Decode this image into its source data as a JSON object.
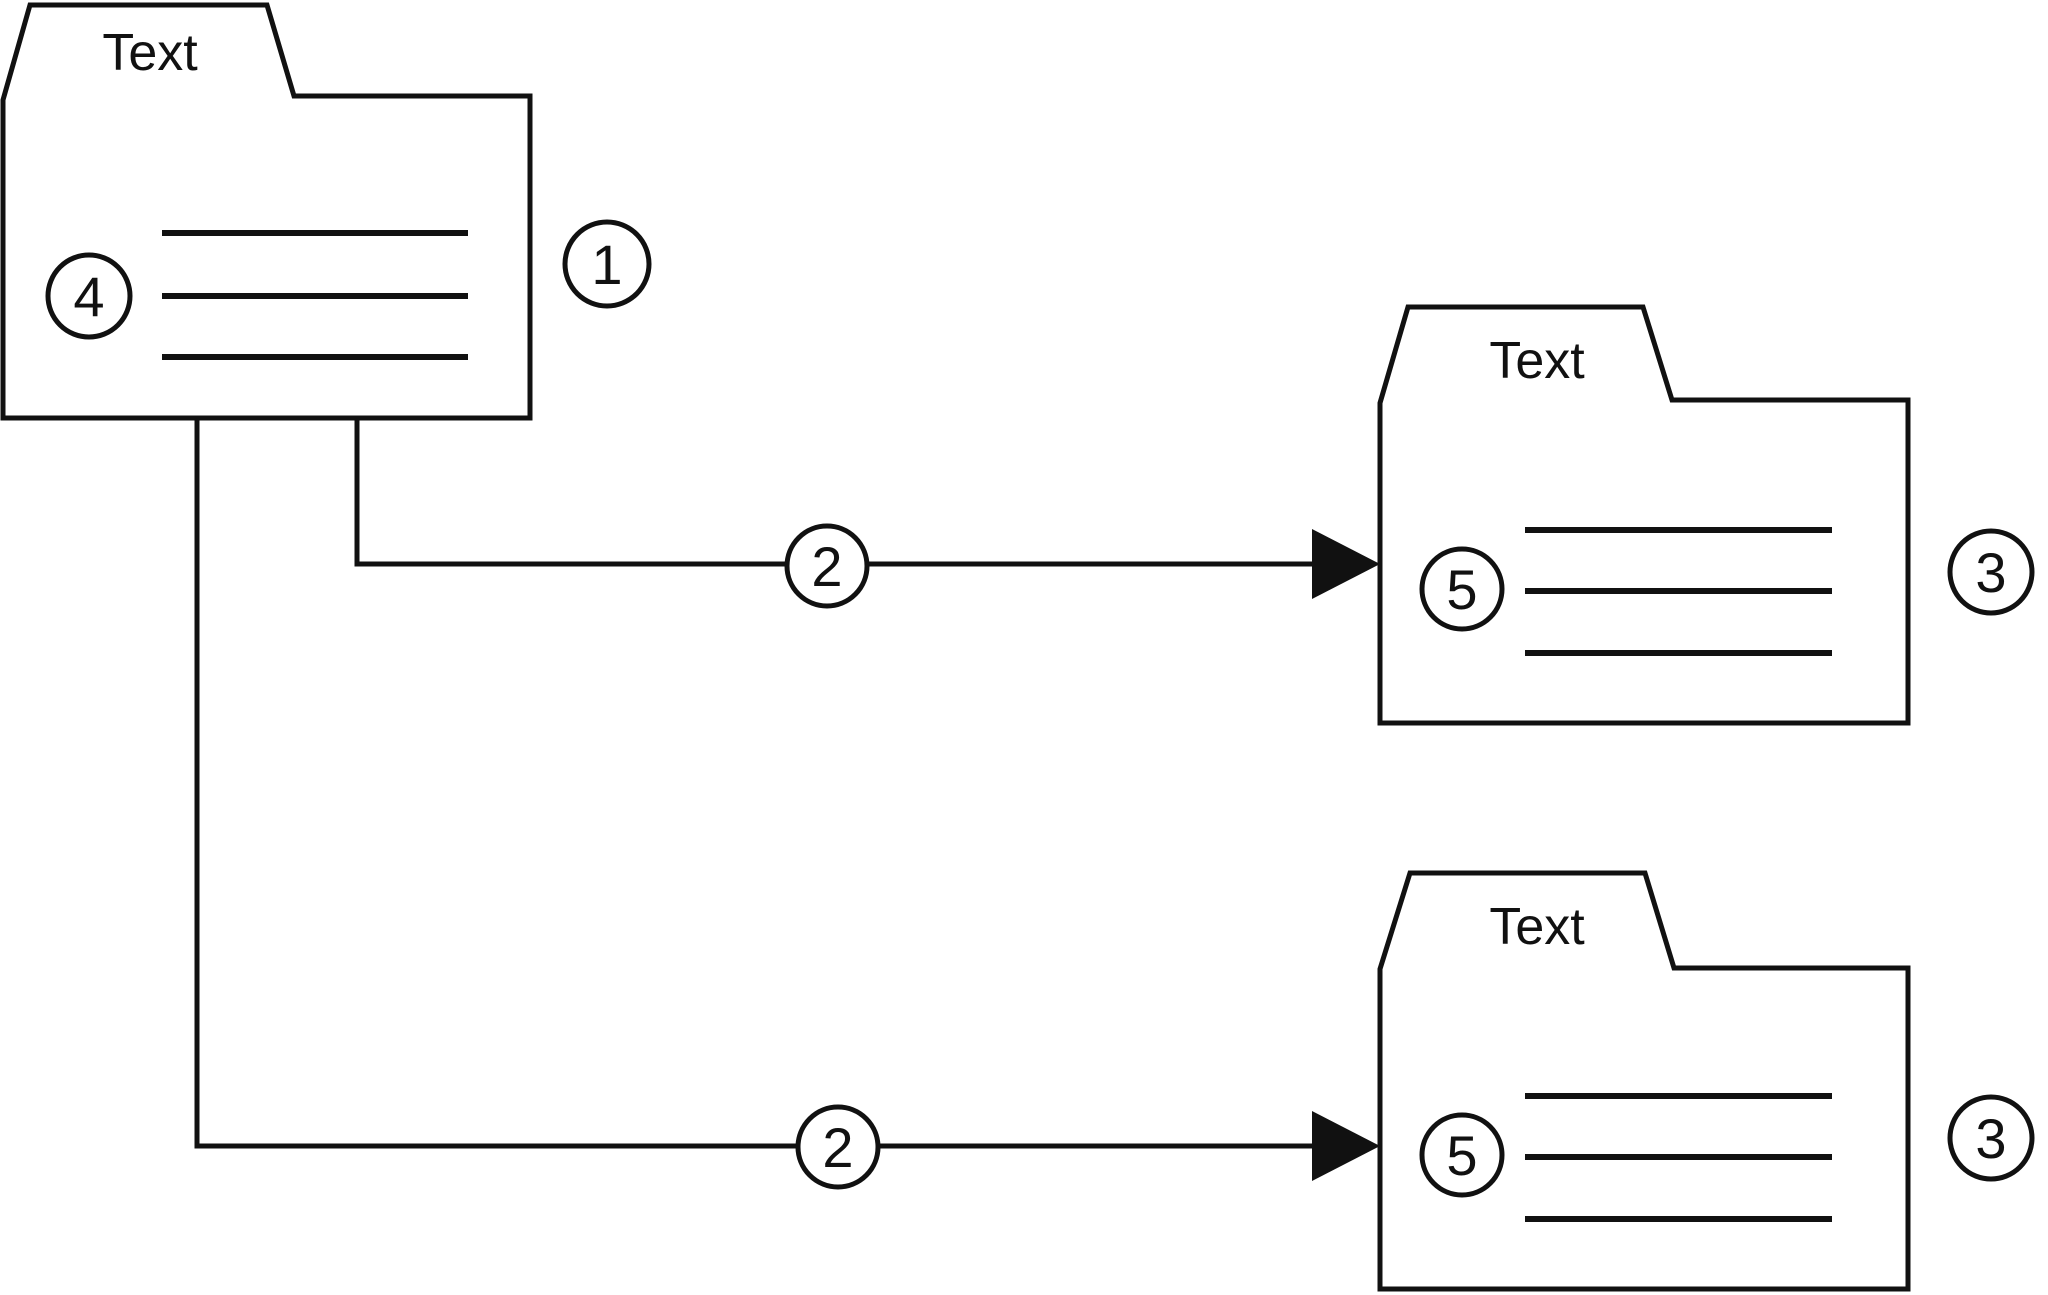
{
  "diagram": {
    "background_color": "#ffffff",
    "line_color": "#111111",
    "folders": {
      "source": {
        "tab_label": "Text",
        "inner_badge": "4",
        "outer_badge": "1"
      },
      "target_top": {
        "tab_label": "Text",
        "inner_badge": "5",
        "outer_badge": "3"
      },
      "target_bottom": {
        "tab_label": "Text",
        "inner_badge": "5",
        "outer_badge": "3"
      }
    },
    "connectors": {
      "top": {
        "badge": "2"
      },
      "bottom": {
        "badge": "2"
      }
    }
  }
}
